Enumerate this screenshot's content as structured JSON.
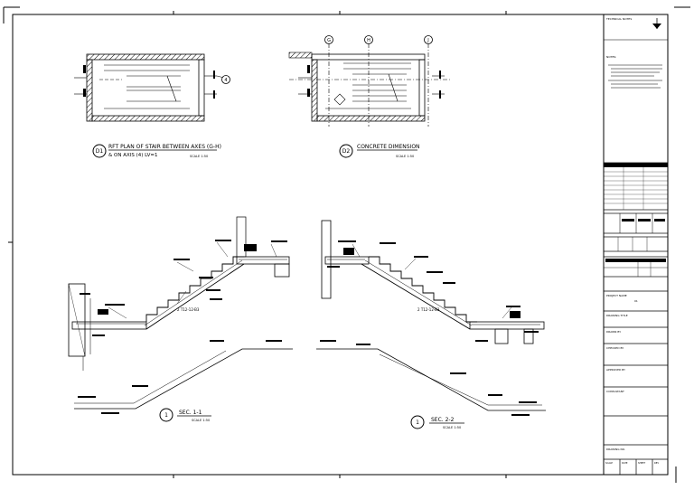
{
  "drawing": {
    "plan_view": {
      "marker": "D1",
      "title_line1": "RFT PLAN OF STAIR BETWEEN AXES (G-H)",
      "title_line2": "& ON AXIS (4) LV=1",
      "scale": "SCALE 1:50",
      "grid_bubble": "4"
    },
    "concrete_view": {
      "marker": "D2",
      "title": "CONCRETE DIMENSION",
      "scale": "SCALE 1:50",
      "grid_bubbles": [
        "G",
        "H",
        "J"
      ]
    },
    "section_1": {
      "marker": "1",
      "title": "SEC. 1-1",
      "scale": "SCALE 1:50",
      "note": "2 T12-12-B3"
    },
    "section_2": {
      "marker": "1",
      "title": "SEC. 2-2",
      "scale": "SCALE 1:50",
      "note": "2 T12-12-B3"
    }
  },
  "title_block": {
    "north_label": "TECHNICAL NOTES",
    "notes_heading": "NOTES:",
    "project_label": "PROJECT NAME",
    "project_value": "01",
    "drawing_title_label": "DRAWING TITLE",
    "drawn_label": "DRAWN BY",
    "checked_label": "CHECKED BY",
    "approved_label": "APPROVED BY",
    "consultant_label": "CONSULTANT",
    "drawing_no_label": "DRAWING NO.",
    "footer_cells": [
      "SCALE",
      "DATE",
      "SHEET",
      "REV"
    ]
  }
}
